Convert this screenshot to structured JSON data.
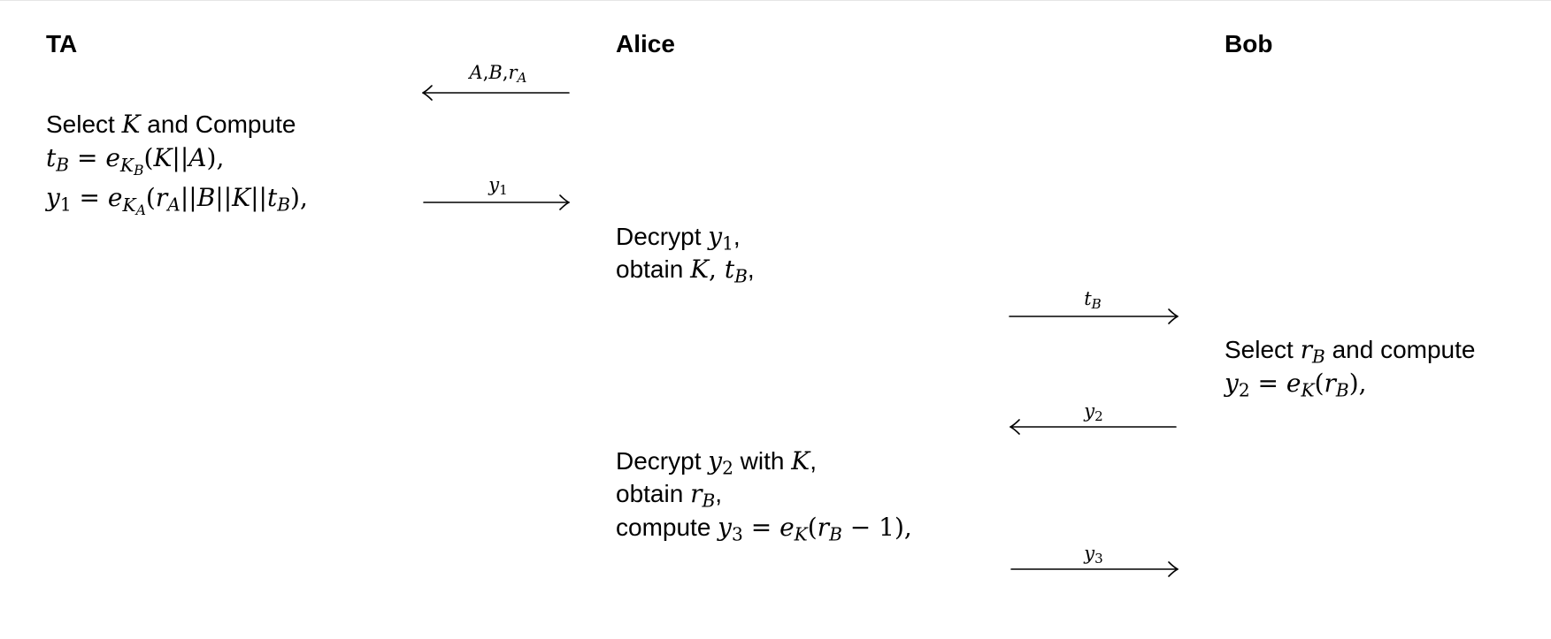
{
  "parties": {
    "ta": "TA",
    "alice": "Alice",
    "bob": "Bob"
  },
  "ta_block": {
    "line1_a": "Select ",
    "line1_k": "K",
    "line1_b": " and Compute",
    "line2": "tB = eKB(K||A),",
    "line3": "y1 = eKA(rA||B||K||tB),"
  },
  "alice_block1": {
    "line1_a": "Decrypt ",
    "line1_b": ",",
    "line2_a": "obtain ",
    "line2_b": ","
  },
  "bob_block": {
    "line1_a": "Select ",
    "line1_b": " and compute",
    "line2": "y2 = eK(rB),"
  },
  "alice_block2": {
    "line1_a": "Decrypt ",
    "line1_b": " with ",
    "line1_c": ",",
    "line2_a": "obtain ",
    "line2_b": ",",
    "line3_a": "compute ",
    "line3_b": ","
  },
  "messages": [
    {
      "label": "A,B,rA",
      "direction": "left",
      "from": "Alice",
      "to": "TA"
    },
    {
      "label": "y1",
      "direction": "right",
      "from": "TA",
      "to": "Alice"
    },
    {
      "label": "tB",
      "direction": "right",
      "from": "Alice",
      "to": "Bob"
    },
    {
      "label": "y2",
      "direction": "left",
      "from": "Bob",
      "to": "Alice"
    },
    {
      "label": "y3",
      "direction": "right",
      "from": "Alice",
      "to": "Bob"
    }
  ]
}
